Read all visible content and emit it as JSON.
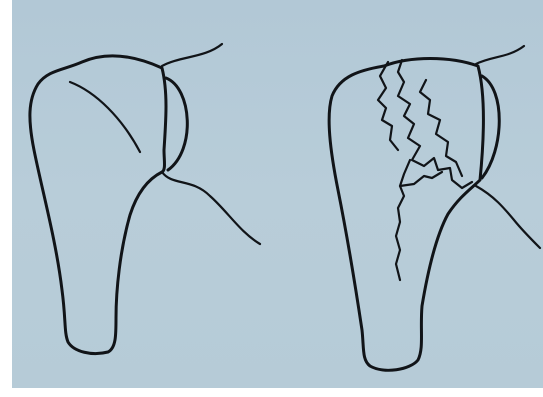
{
  "figure": {
    "colors": {
      "background_panel": "#b5cbd8",
      "line": "#111418",
      "page_margin": "#ffffff"
    },
    "illustrations": [
      {
        "name": "humerus-intact",
        "position": "left"
      },
      {
        "name": "humerus-fractured",
        "position": "right"
      }
    ]
  }
}
